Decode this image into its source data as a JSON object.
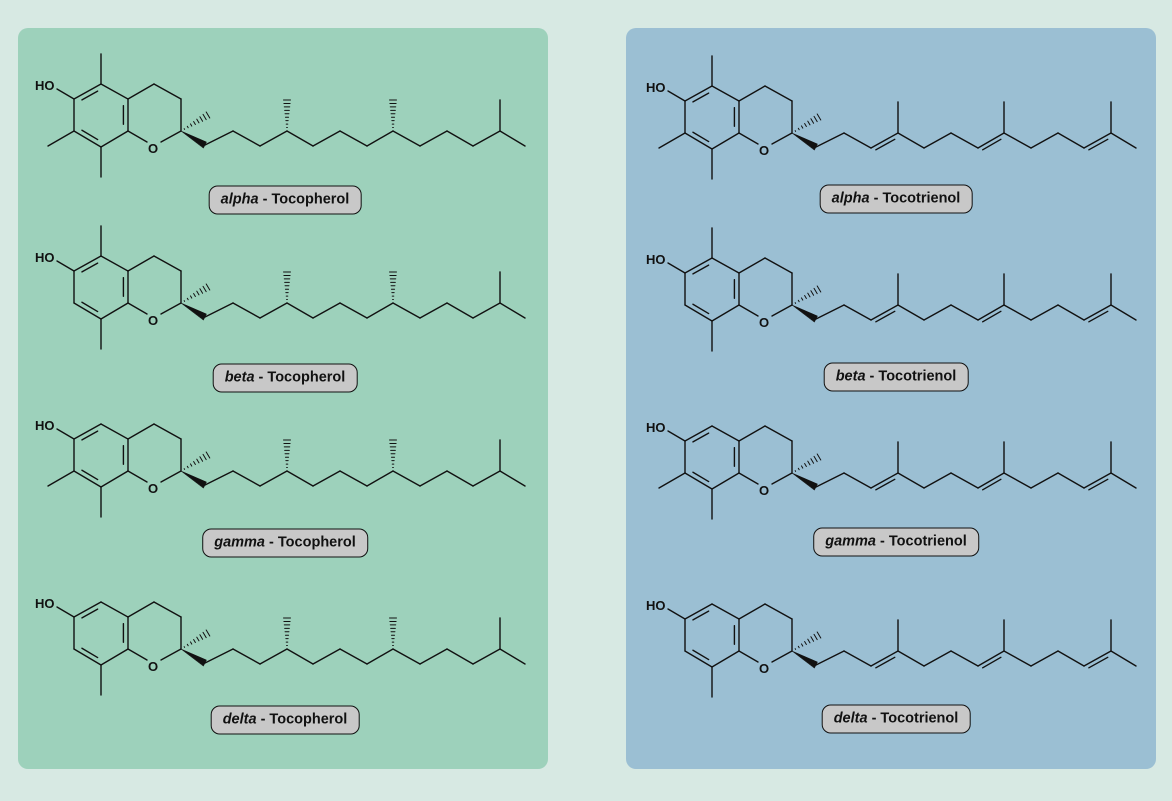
{
  "colors": {
    "background": "#d7e9e3",
    "tocopherol_panel": "#9dd1bb",
    "tocotrienol_panel": "#9bbfd3",
    "label_fill": "#c8c8c8"
  },
  "atoms": {
    "hydroxyl": "HO",
    "oxygen": "O"
  },
  "panels": [
    {
      "chain": "saturated",
      "compounds": [
        {
          "prefix": "alpha",
          "separator": " - ",
          "name": "Tocopherol",
          "ring_methyls": [
            5,
            7,
            8
          ]
        },
        {
          "prefix": "beta",
          "separator": " - ",
          "name": "Tocopherol",
          "ring_methyls": [
            5,
            8
          ]
        },
        {
          "prefix": "gamma",
          "separator": " - ",
          "name": "Tocopherol",
          "ring_methyls": [
            7,
            8
          ]
        },
        {
          "prefix": "delta",
          "separator": " - ",
          "name": "Tocopherol",
          "ring_methyls": [
            8
          ]
        }
      ]
    },
    {
      "chain": "unsaturated",
      "compounds": [
        {
          "prefix": "alpha",
          "separator": " - ",
          "name": "Tocotrienol",
          "ring_methyls": [
            5,
            7,
            8
          ]
        },
        {
          "prefix": "beta",
          "separator": " - ",
          "name": "Tocotrienol",
          "ring_methyls": [
            5,
            8
          ]
        },
        {
          "prefix": "gamma",
          "separator": " - ",
          "name": "Tocotrienol",
          "ring_methyls": [
            7,
            8
          ]
        },
        {
          "prefix": "delta",
          "separator": " - ",
          "name": "Tocotrienol",
          "ring_methyls": [
            8
          ]
        }
      ]
    }
  ]
}
